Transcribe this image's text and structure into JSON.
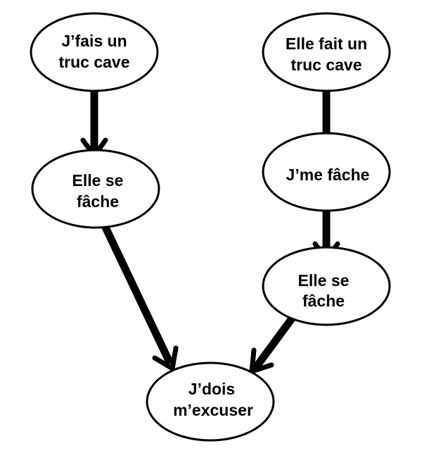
{
  "diagram": {
    "nodes": {
      "j_fais_un_truc_cave": {
        "line1": "J’fais un",
        "line2": "truc cave"
      },
      "elle_se_fache_left": {
        "line1": "Elle se",
        "line2": "fâche"
      },
      "elle_fait_un_truc_cave": {
        "line1": "Elle fait un",
        "line2": "truc cave"
      },
      "j_me_fache": {
        "line1": "J’me fâche"
      },
      "elle_se_fache_right": {
        "line1": "Elle se",
        "line2": "fâche"
      },
      "j_dois_m_excuser": {
        "line1": "J’dois",
        "line2": "m’excuser"
      }
    },
    "edges": [
      {
        "from": "j_fais_un_truc_cave",
        "to": "elle_se_fache_left"
      },
      {
        "from": "elle_se_fache_left",
        "to": "j_dois_m_excuser"
      },
      {
        "from": "elle_fait_un_truc_cave",
        "to": "j_me_fache"
      },
      {
        "from": "j_me_fache",
        "to": "elle_se_fache_right"
      },
      {
        "from": "elle_se_fache_right",
        "to": "j_dois_m_excuser"
      }
    ]
  }
}
